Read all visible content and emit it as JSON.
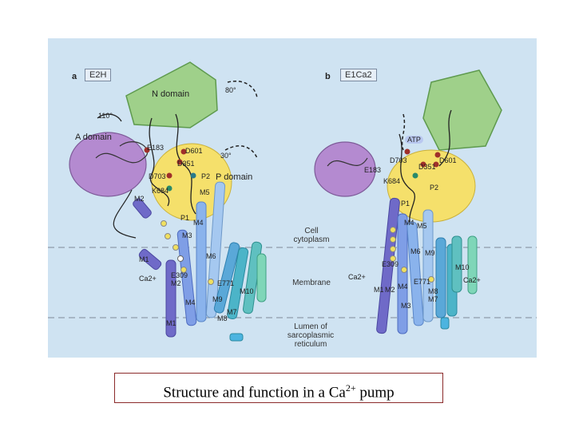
{
  "panel_a": {
    "letter": "a",
    "state": "E2H",
    "domains": {
      "n": "N domain",
      "a": "A domain",
      "p": "P domain"
    },
    "angles": {
      "n": "80°",
      "a": "110°",
      "p": "30°"
    },
    "residues": [
      "E183",
      "D601",
      "D351",
      "D703",
      "K684",
      "P2",
      "P1",
      "M2",
      "M5",
      "M4",
      "M3",
      "M6",
      "M1",
      "Ca2+",
      "E309",
      "E771",
      "M2",
      "M10",
      "M4",
      "M9",
      "M7",
      "M1",
      "M8"
    ]
  },
  "panel_b": {
    "letter": "b",
    "state": "E1Ca2",
    "state_sub": "2",
    "atp": "ATP",
    "residues": [
      "D703",
      "D351",
      "D601",
      "E183",
      "K684",
      "P2",
      "P1",
      "M4",
      "M5",
      "M6",
      "M9",
      "E309",
      "M10",
      "Ca2+",
      "Ca2+",
      "M1",
      "M2",
      "M4",
      "E771",
      "M8",
      "M3",
      "M7"
    ]
  },
  "regions": {
    "cytoplasm": [
      "Cell",
      "cytoplasm"
    ],
    "membrane": "Membrane",
    "lumen": [
      "Lumen of",
      "sarcoplasmic",
      "reticulum"
    ]
  },
  "caption": {
    "text": "Structure and function in a Ca",
    "sup": "2+",
    "tail": " pump"
  }
}
